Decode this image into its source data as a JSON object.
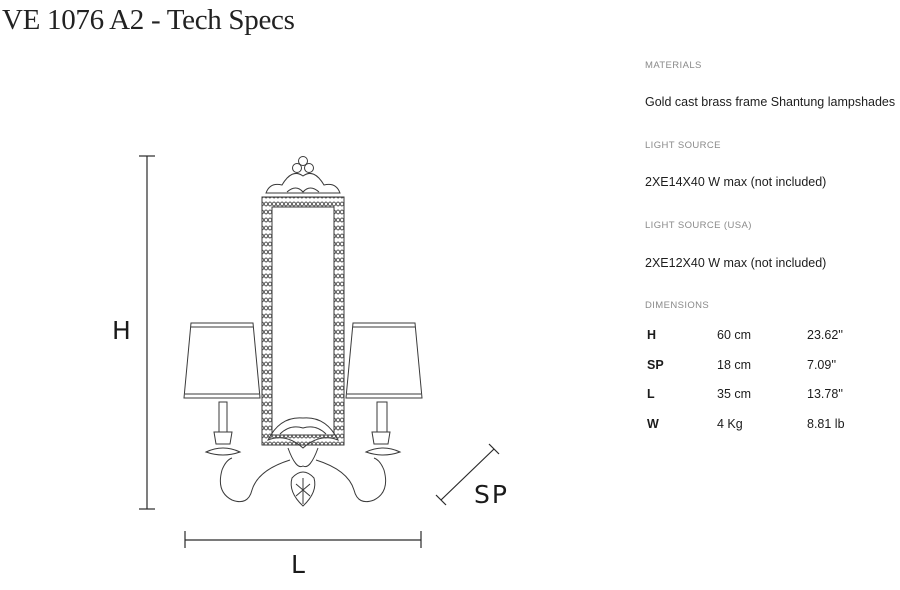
{
  "page": {
    "title": "VE 1076 A2 - Tech Specs"
  },
  "drawing": {
    "label_height": "H",
    "label_length": "L",
    "label_projection": "SP"
  },
  "specs": {
    "materials_heading": "MATERIALS",
    "materials_value": "Gold cast brass frame Shantung lampshades",
    "light_source_heading": "LIGHT SOURCE",
    "light_source_value": "2XE14X40 W max (not included)",
    "light_source_usa_heading": "LIGHT SOURCE (USA)",
    "light_source_usa_value": "2XE12X40 W max (not included)",
    "dimensions_heading": "DIMENSIONS",
    "dimensions": [
      {
        "key": "H",
        "metric": "60 cm",
        "imperial": "23.62''"
      },
      {
        "key": "SP",
        "metric": "18 cm",
        "imperial": "7.09''"
      },
      {
        "key": "L",
        "metric": "35 cm",
        "imperial": "13.78''"
      },
      {
        "key": "W",
        "metric": "4 Kg",
        "imperial": "8.81 lb"
      }
    ]
  }
}
